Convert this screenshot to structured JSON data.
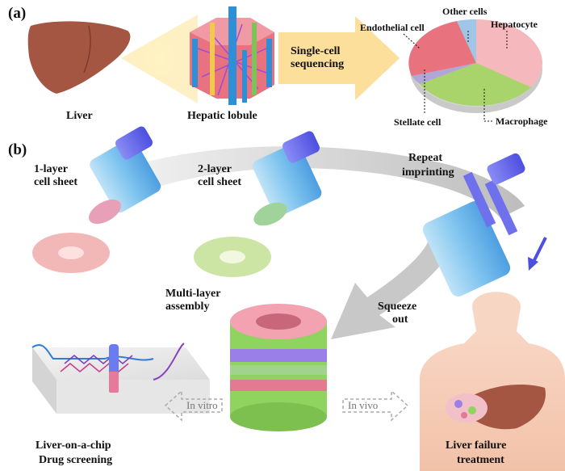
{
  "panel_a": {
    "label": "(a)",
    "liver_label": "Liver",
    "lobule_label": "Hepatic lobule",
    "arrow_text_1": "Single-cell",
    "arrow_text_2": "sequencing",
    "pie": {
      "labels": {
        "hepatocyte": "Hepatocyte",
        "other": "Other cells",
        "endothelial": "Endothelial cell",
        "stellate": "Stellate cell",
        "macrophage": "Macrophage"
      },
      "colors": {
        "hepatocyte": "#f4b8bd",
        "other": "#9fc6e6",
        "endothelial": "#e8737f",
        "stellate": "#b0a6d8",
        "macrophage": "#a9d36b"
      }
    }
  },
  "panel_b": {
    "label": "(b)",
    "layer1_1": "1-layer",
    "layer1_2": "cell sheet",
    "layer2_1": "2-layer",
    "layer2_2": "cell sheet",
    "repeat_1": "Repeat",
    "repeat_2": "imprinting",
    "squeeze_1": "Squeeze",
    "squeeze_2": "out",
    "multi_1": "Multi-layer",
    "multi_2": "assembly",
    "in_vitro": "In vitro",
    "in_vivo": "In vivo",
    "chip_1": "Liver-on-a-chip",
    "chip_2": "Drug screening",
    "treat_1": "Liver failure",
    "treat_2": "treatment"
  }
}
